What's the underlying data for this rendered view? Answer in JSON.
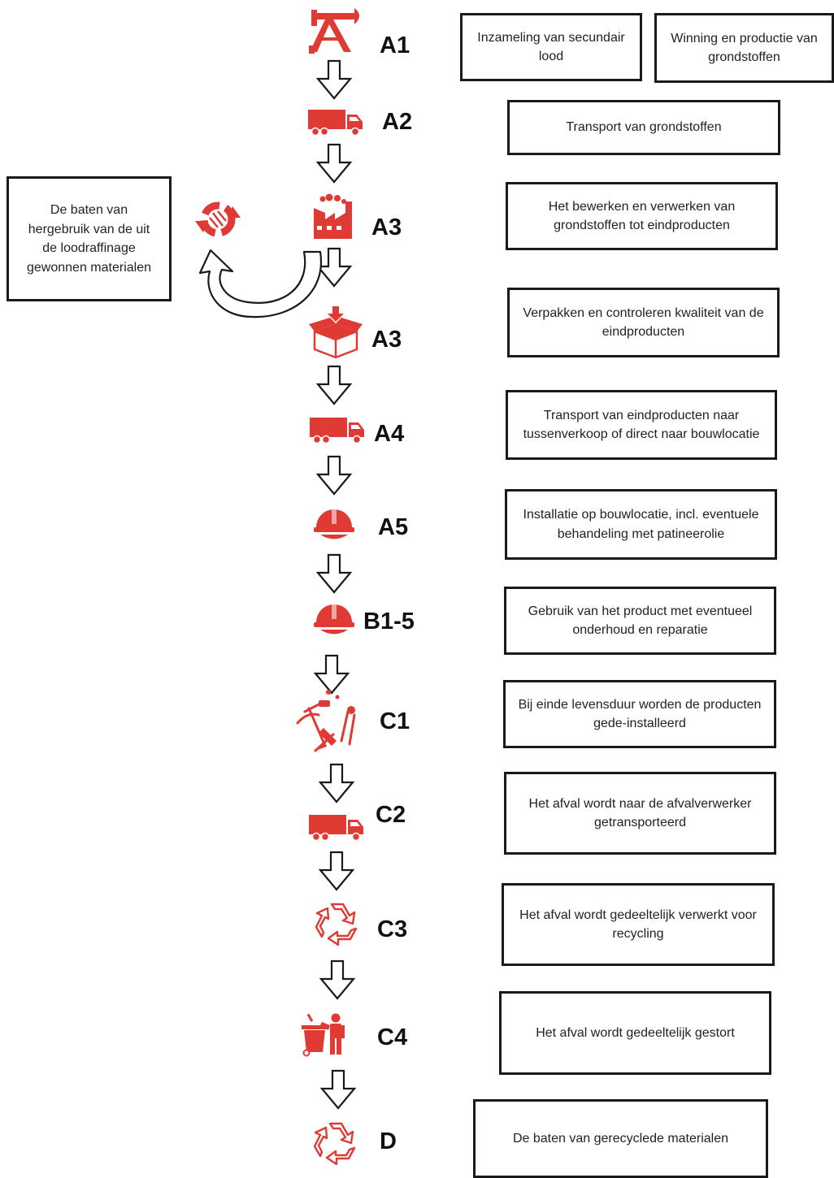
{
  "accent_color": "#e03a35",
  "stages": [
    {
      "code": "A1",
      "icon": "oil-pump-icon"
    },
    {
      "code": "A2",
      "icon": "truck-icon"
    },
    {
      "code": "A3",
      "icon": "factory-icon"
    },
    {
      "code": "A3",
      "icon": "package-icon"
    },
    {
      "code": "A4",
      "icon": "truck-icon"
    },
    {
      "code": "A5",
      "icon": "hard-hat-icon"
    },
    {
      "code": "B1-5",
      "icon": "hard-hat-icon"
    },
    {
      "code": "C1",
      "icon": "tools-icon"
    },
    {
      "code": "C2",
      "icon": "truck-icon"
    },
    {
      "code": "C3",
      "icon": "recycle-icon"
    },
    {
      "code": "C4",
      "icon": "waste-bin-person-icon"
    },
    {
      "code": "D",
      "icon": "recycle-icon"
    }
  ],
  "descriptions": [
    "Inzameling van secundair lood",
    "Winning en productie van grondstoffen",
    "Transport van grondstoffen",
    "Het bewerken en verwerken van grondstoffen tot eindproducten",
    "Verpakken en controleren kwaliteit van de eindproducten",
    "Transport van eindproducten naar tussenverkoop of direct naar bouwlocatie",
    "Installatie op bouwlocatie, incl. eventuele behandeling met patineerolie",
    "Gebruik van het product met eventueel onderhoud en reparatie",
    "Bij einde levensduur worden de producten gede-installeerd",
    "Het afval wordt naar de afvalverwerker getransporteerd",
    "Het afval wordt gedeeltelijk verwerkt voor recycling",
    "Het afval wordt gedeeltelijk gestort",
    "De baten van gerecyclede materialen"
  ],
  "side_note": {
    "text": "De baten van hergebruik van de uit de loodraffinage gewonnen materialen",
    "icon": "circular-reuse-icon"
  }
}
